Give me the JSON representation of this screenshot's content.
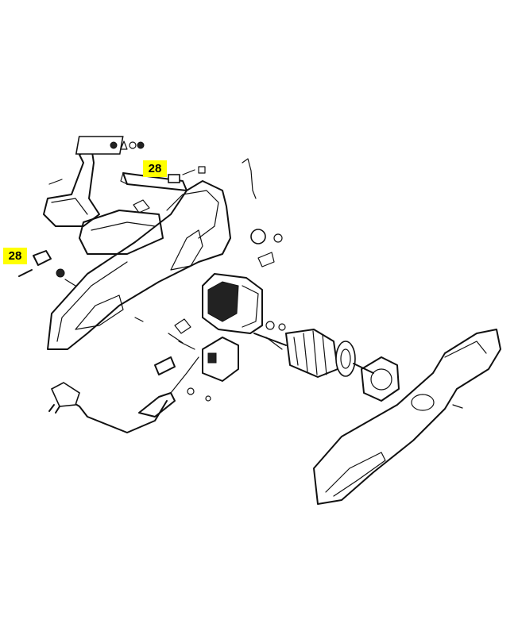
{
  "diagram": {
    "callouts": [
      {
        "id": "a",
        "label": "28"
      },
      {
        "id": "b",
        "label": "28"
      }
    ],
    "colors": {
      "callout_fill": "#ffff00",
      "line": "#111111",
      "background": "#ffffff"
    }
  }
}
